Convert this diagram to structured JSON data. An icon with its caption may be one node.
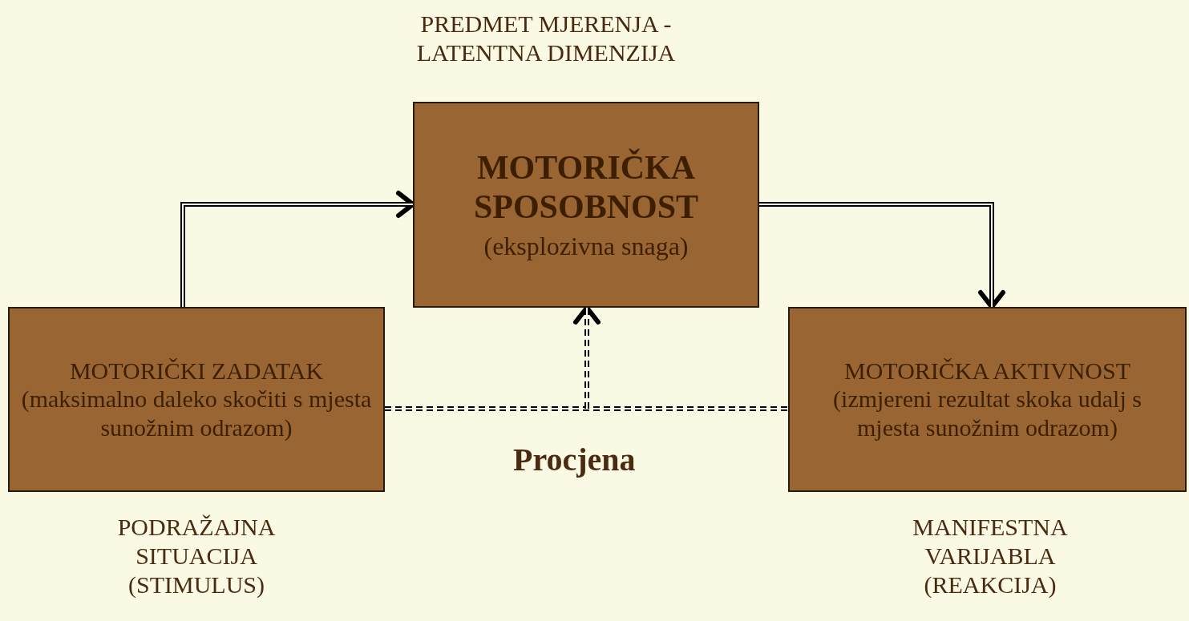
{
  "diagram": {
    "nodes": [
      {
        "text": [
          "MOTORIČKA SPOSOBNOST",
          "(eksplozivna snaga)"
        ],
        "beside": [
          "PREDMET MJERENJA - LATENTNA DIMENZIJA"
        ]
      },
      {
        "text": [
          "MOTORIČKI ZADATAK",
          "(maksimalno daleko skočiti s mjesta sunožnim odrazom)"
        ],
        "beside": [
          "PODRAŽAJNA SITUACIJA (STIMULUS)"
        ]
      },
      {
        "text": [
          "MOTORIČKA AKTIVNOST",
          "(izmjereni rezultat skoka udalj s mjesta sunožnim odrazom)"
        ],
        "beside": [
          "MANIFESTNA VARIJABLA (REAKCIJA)"
        ]
      }
    ],
    "edges": [
      {
        "from": 1,
        "to": 0,
        "arrow": "to"
      },
      {
        "from": 0,
        "to": 2,
        "arrow": "to"
      },
      {
        "from": 1,
        "to": 2,
        "arrow": "none",
        "style": "dashed"
      },
      {
        "from": null,
        "to": 0,
        "arrow": "to",
        "style": "dashed"
      }
    ],
    "labels": [
      "Procjena"
    ]
  }
}
